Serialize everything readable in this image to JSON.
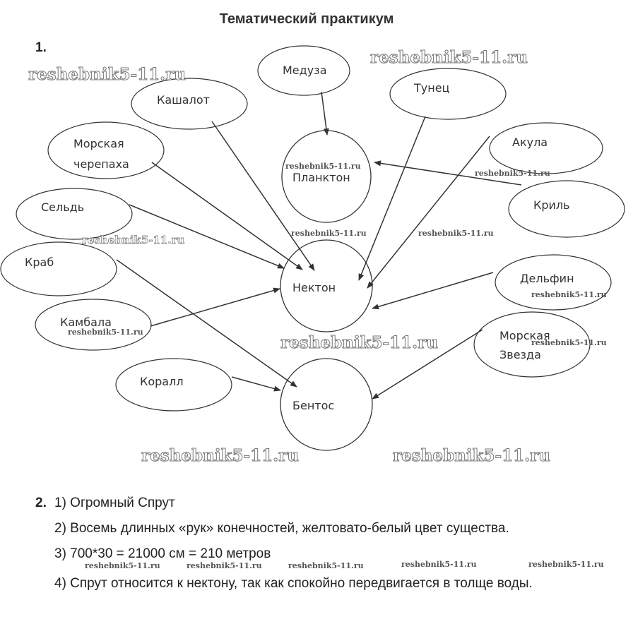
{
  "title": "Тематический практикум",
  "task1_number": "1.",
  "task2_number": "2.",
  "diagram": {
    "hubs": {
      "plankton": "Планктон",
      "nekton": "Нектон",
      "benthos": "Бентос"
    },
    "organisms": {
      "meduza": "Медуза",
      "tunets": "Тунец",
      "kashalot": "Кашалот",
      "cherepaha_1": "Морская",
      "cherepaha_2": "черепаха",
      "akula": "Акула",
      "kril": "Криль",
      "seld": "Сельдь",
      "krab": "Краб",
      "delfin": "Дельфин",
      "kambala": "Камбала",
      "zvezda_1": "Морская",
      "zvezda_2": "Звезда",
      "korall": "Коралл"
    },
    "links": [
      {
        "from": "Медуза",
        "to": "Планктон"
      },
      {
        "from": "Криль",
        "to": "Планктон"
      },
      {
        "from": "Кашалот",
        "to": "Нектон"
      },
      {
        "from": "Морская черепаха",
        "to": "Нектон"
      },
      {
        "from": "Сельдь",
        "to": "Нектон"
      },
      {
        "from": "Камбала",
        "to": "Нектон"
      },
      {
        "from": "Тунец",
        "to": "Нектон"
      },
      {
        "from": "Акула",
        "to": "Нектон"
      },
      {
        "from": "Дельфин",
        "to": "Нектон"
      },
      {
        "from": "Краб",
        "to": "Бентос"
      },
      {
        "from": "Коралл",
        "to": "Бентос"
      },
      {
        "from": "Морская Звезда",
        "to": "Бентос"
      }
    ]
  },
  "answers": [
    "1) Огромный Спрут",
    "2) Восемь длинных «рук» конечностей, желтовато-белый цвет существа.",
    "3) 700*30 = 21000 см = 210 метров",
    "4) Спрут относится к нектону, так как спокойно передвигается в толще воды."
  ],
  "watermark": "reshebnik5-11.ru"
}
